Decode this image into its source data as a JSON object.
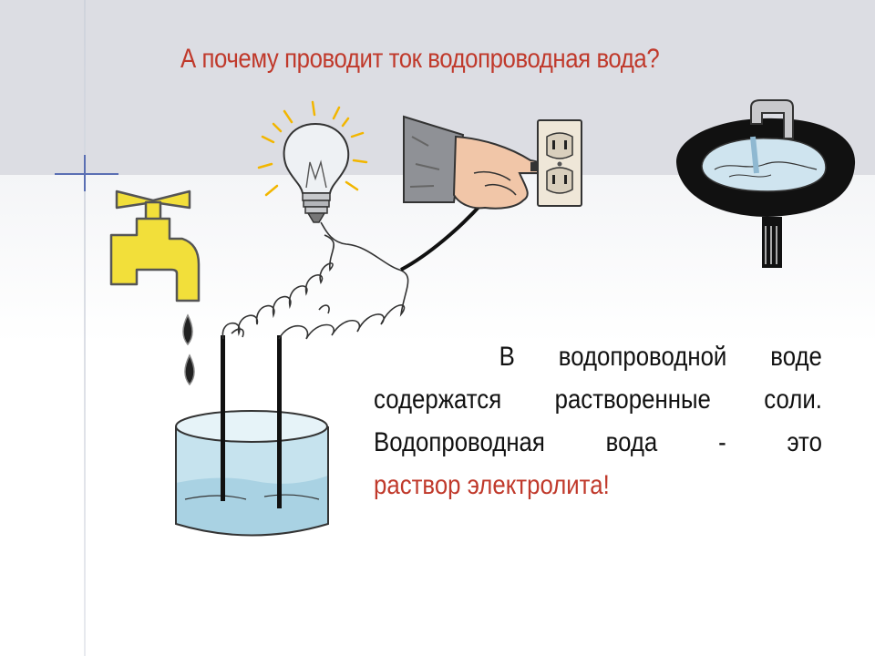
{
  "slide": {
    "title": "А почему проводит ток водопроводная вода?",
    "body": {
      "line1": "В водопроводной воде",
      "line2": "содержатся  растворенные соли.",
      "line3": "Водопроводная  вода  -  это",
      "line4": "раствор электролита!"
    }
  },
  "colors": {
    "title": "#c0392b",
    "highlight": "#c0392b",
    "text": "#111111",
    "top_band": "#dcdde3"
  },
  "icons": [
    "faucet-icon",
    "light-bulb-icon",
    "hand-plug-icon",
    "wall-outlet-icon",
    "sink-icon",
    "water-beaker-icon"
  ]
}
